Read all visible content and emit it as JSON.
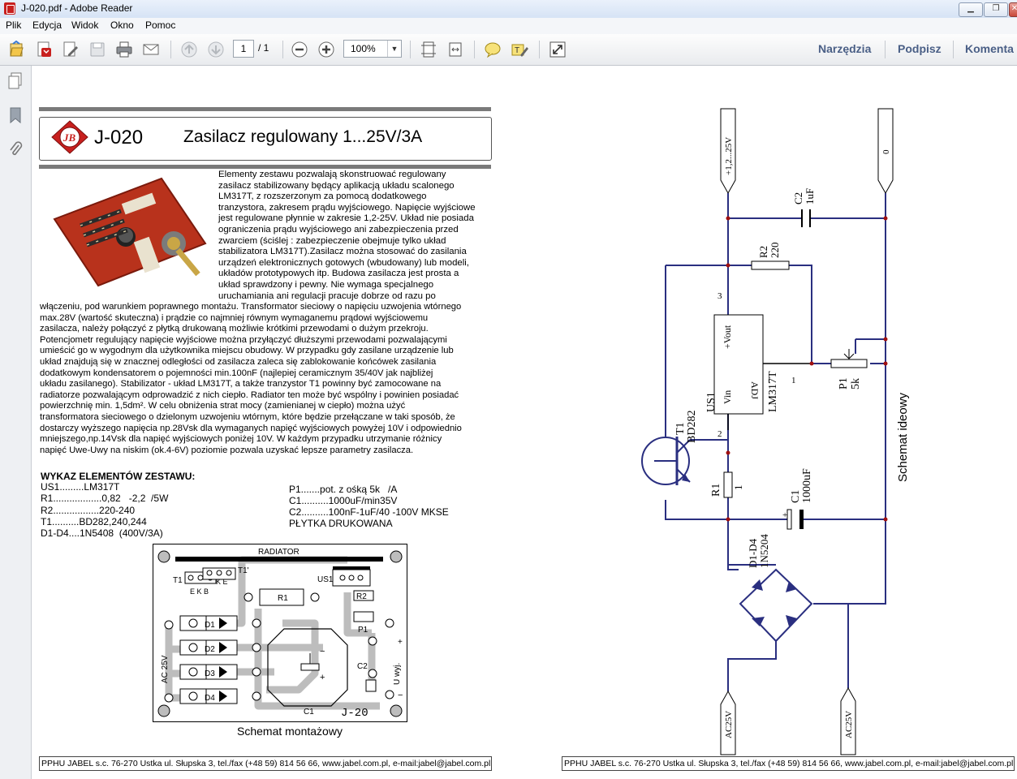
{
  "window": {
    "title": "J-020.pdf - Adobe Reader"
  },
  "menu": [
    "Plik",
    "Edycja",
    "Widok",
    "Okno",
    "Pomoc"
  ],
  "toolbar": {
    "page_current": "1",
    "page_total": "/ 1",
    "zoom": "100%",
    "tools_label": "Narzędzia",
    "sign_label": "Podpisz",
    "comment_label": "Komenta"
  },
  "document": {
    "code": "J-020",
    "title": "Zasilacz regulowany 1...25V/3A",
    "logo_text": "JB",
    "intro_lines": [
      "Elementy zestawu pozwalają skonstruować regulowany",
      "zasilacz stabilizowany będący aplikacją układu scalonego",
      "LM317T, z rozszerzonym za pomocą dodatkowego",
      "tranzystora, zakresem prądu wyjściowego. Napięcie wyjściowe",
      "jest regulowane płynnie w zakresie 1,2-25V. Układ nie posiada",
      "ograniczenia prądu wyjściowego ani zabezpieczenia przed",
      "zwarciem (ściślej : zabezpieczenie obejmuje tylko układ",
      "stabilizatora LM317T).Zasilacz można stosować do zasilania",
      "urządzeń elektronicznych gotowych (wbudowany) lub modeli,",
      "układów prototypowych itp. Budowa zasilacza jest prosta a",
      "układ sprawdzony i pewny. Nie wymaga specjalnego",
      "uruchamiania ani regulacji pracuje dobrze od razu po"
    ],
    "body_lines": [
      "włączeniu, pod warunkiem poprawnego montażu. Transformator sieciowy o napięciu uzwojenia wtórnego",
      "max.28V (wartość skuteczna) i prądzie co najmniej równym wymaganemu prądowi wyjściowemu",
      "zasilacza, należy połączyć z płytką drukowaną możliwie krótkimi przewodami o dużym przekroju.",
      "Potencjometr regulujący napięcie wyjściowe można przyłączyć dłuższymi przewodami pozwalającymi",
      "umieścić go w wygodnym dla użytkownika miejscu obudowy. W przypadku gdy zasilane urządzenie lub",
      "układ znajdują się w znacznej odległości od zasilacza zaleca się zablokowanie końcówek zasilania",
      "dodatkowym kondensatorem o pojemności min.100nF (najlepiej ceramicznym 35/40V jak najbliżej",
      "układu zasilanego). Stabilizator - układ LM317T, a także tranzystor T1 powinny być zamocowane na",
      "radiatorze pozwalającym odprowadzić z nich ciepło. Radiator ten może być wspólny i powinien posiadać",
      "powierzchnię min. 1,5dm². W celu obniżenia strat mocy (zamienianej w ciepło) można użyć",
      "transformatora sieciowego o dzielonym uzwojeniu wtórnym, które będzie przełączane w taki sposób, że",
      "dostarczy wyższego napięcia np.28Vsk dla wymaganych napięć wyjściowych powyżej 10V i odpowiednio",
      "mniejszego,np.14Vsk dla napięć wyjściowych poniżej 10V. W każdym przypadku utrzymanie różnicy",
      "napięć Uwe-Uwy na niskim (ok.4-6V) poziomie pozwala uzyskać lepsze parametry zasilacza."
    ],
    "parts_heading": "WYKAZ ELEMENTÓW ZESTAWU:",
    "parts_left": [
      "US1.........LM317T",
      "R1..................0,82   -2,2  /5W",
      "R2.................220-240",
      "T1..........BD282,240,244",
      "D1-D4....1N5408  (400V/3A)"
    ],
    "parts_right": [
      "P1.......pot. z ośką 5k   /A",
      "C1..........1000uF/min35V",
      "C2..........100nF-1uF/40 -100V MKSE",
      "PŁYTKA DRUKOWANA"
    ],
    "pcb_caption": "Schemat montażowy",
    "pcb_labels": {
      "radiator": "RADIATOR",
      "t1": "T1",
      "t1p": "T1'",
      "ke": "K E",
      "ekb": "E K B",
      "us1": "US1",
      "r1": "R1",
      "r2": "R2",
      "p1": "P1",
      "c1": "C1",
      "c2": "C2",
      "d1": "D1",
      "d2": "D2",
      "d3": "D3",
      "d4": "D4",
      "ac": "AC  25V",
      "uwyj": "U wyj.",
      "plus1": "+",
      "minus1": "−",
      "plus2": "+",
      "minus2": "−",
      "board": "J-20"
    },
    "schematic": {
      "label_out_pos": "+1,2...25V",
      "label_out_neg": "0",
      "c2": "C2",
      "c2_val": "1uF",
      "r2": "R2",
      "r2_val": "220",
      "pin3": "3",
      "pin2": "2",
      "pin1": "1",
      "vout": "+Vout",
      "vin": "Vin",
      "adj": "ADJ",
      "us1": "US1",
      "lm": "LM317T",
      "p1": "P1",
      "p1_val": "5k",
      "t1": "T1",
      "t1_val": "BD282",
      "r1": "R1",
      "r1_val": "1",
      "c1": "C1",
      "c1_val": "1000uF",
      "diodes": "D1-D4",
      "diodes_val": "1N5204",
      "ac1": "AC25V",
      "ac2": "AC25V",
      "caption": "Schemat ideowy"
    },
    "footer_text": "PPHU JABEL s.c. 76-270 Ustka ul. Słupska 3, tel./fax (+48 59) 814 56 66, www.jabel.com.pl, e-mail:jabel@jabel.com.pl"
  }
}
